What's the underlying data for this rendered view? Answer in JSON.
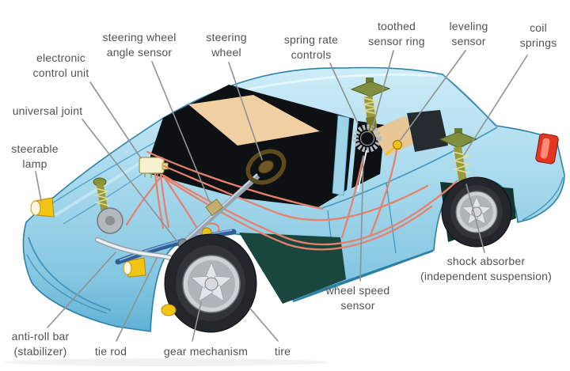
{
  "diagram": {
    "subject": "car steering and suspension components cutaway diagram",
    "background_color": "#ffffff",
    "label_text_color": "#4f5254",
    "leader_line_color": "#8f9194"
  },
  "palette": {
    "body_blue": "#a5d8ec",
    "body_outline": "#2b80a6",
    "glass_black": "#0e1113",
    "interior_tan": "#f0cfa2",
    "wiring_red": "#e8816c",
    "strut_olive": "#9a9a3a",
    "lamp_yellow": "#f2c414",
    "taillight_red": "#e23522",
    "tire_black": "#23262a",
    "rim_silver": "#cdd2d6",
    "antiroll_blue": "#2f5f96"
  },
  "labels": [
    {
      "id": "steering-wheel-angle-sensor",
      "lines": [
        "steering wheel",
        "angle sensor"
      ]
    },
    {
      "id": "steering-wheel",
      "lines": [
        "steering",
        "wheel"
      ]
    },
    {
      "id": "spring-rate-controls",
      "lines": [
        "spring rate",
        "controls"
      ]
    },
    {
      "id": "toothed-sensor-ring",
      "lines": [
        "toothed",
        "sensor ring"
      ]
    },
    {
      "id": "leveling-sensor",
      "lines": [
        "leveling",
        "sensor"
      ]
    },
    {
      "id": "coil-springs",
      "lines": [
        "coil",
        "springs"
      ]
    },
    {
      "id": "electronic-control-unit",
      "lines": [
        "electronic",
        "control unit"
      ]
    },
    {
      "id": "universal-joint",
      "lines": [
        "universal joint"
      ]
    },
    {
      "id": "steerable-lamp",
      "lines": [
        "steerable",
        "lamp"
      ]
    },
    {
      "id": "anti-roll-bar",
      "lines": [
        "anti-roll bar",
        "(stabilizer)"
      ]
    },
    {
      "id": "tie-rod",
      "lines": [
        "tie rod"
      ]
    },
    {
      "id": "gear-mechanism",
      "lines": [
        "gear mechanism"
      ]
    },
    {
      "id": "tire",
      "lines": [
        "tire"
      ]
    },
    {
      "id": "wheel-speed-sensor",
      "lines": [
        "wheel speed",
        "sensor"
      ]
    },
    {
      "id": "shock-absorber",
      "lines": [
        "shock absorber",
        "(independent suspension)"
      ]
    }
  ]
}
